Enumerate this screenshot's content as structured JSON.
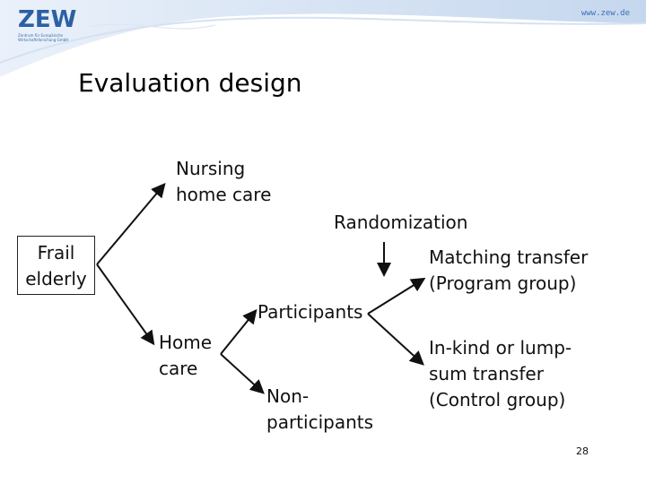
{
  "header": {
    "logo": "ZEW",
    "logo_subtitle": "Zentrum für Europäische Wirtschaftsforschung GmbH",
    "site_url": "www.zew.de"
  },
  "slide": {
    "title": "Evaluation design",
    "page_number": "28"
  },
  "diagram": {
    "nodes": {
      "frail_elderly": "Frail\nelderly",
      "nursing_home_care": "Nursing\nhome care",
      "home_care": "Home\ncare",
      "participants": "Participants",
      "nonparticipants": "Non-\nparticipants",
      "randomization": "Randomization",
      "matching_transfer": "Matching transfer\n(Program group)",
      "inkind_transfer": "In-kind or lump-\nsum transfer\n(Control group)"
    }
  }
}
